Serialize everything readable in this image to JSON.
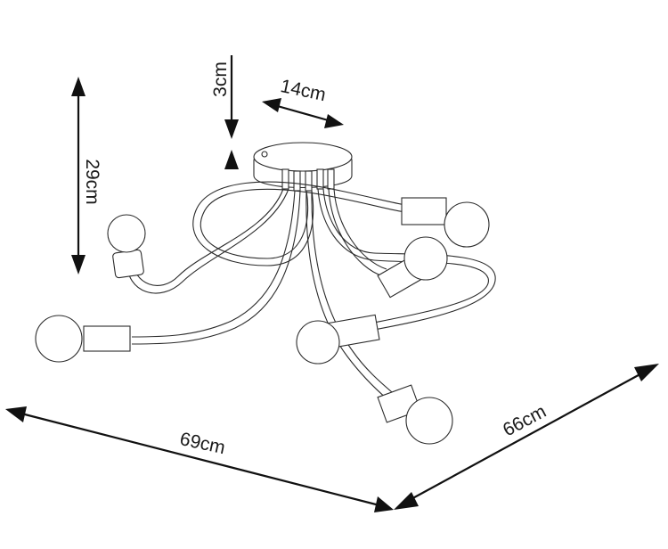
{
  "dimensions": {
    "height_total": "29cm",
    "canopy_height": "3cm",
    "canopy_diameter": "14cm",
    "width": "69cm",
    "depth": "66cm"
  }
}
